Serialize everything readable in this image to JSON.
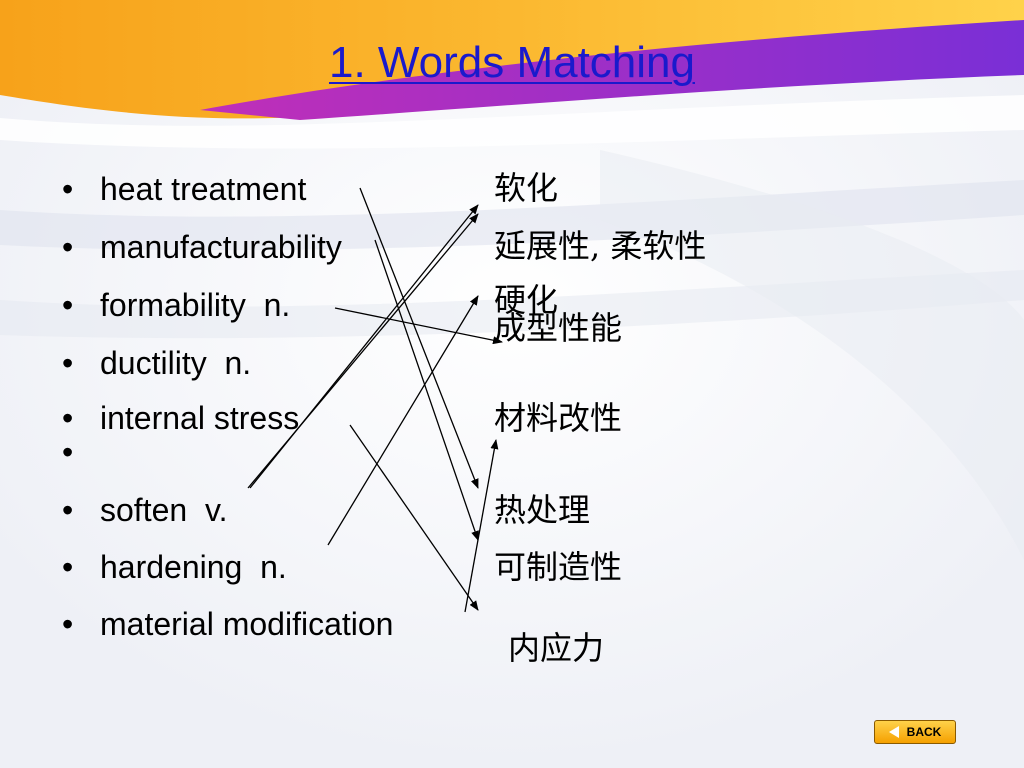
{
  "slide": {
    "title": "1. Words Matching",
    "english_terms": [
      "heat treatment",
      "manufacturability",
      "formability  n.",
      "ductility  n.",
      "internal stress",
      "",
      "soften  v.",
      "hardening  n.",
      "material modification"
    ],
    "chinese_terms": [
      "软化",
      "延展性, 柔软性",
      "硬化",
      "成型性能",
      "材料改性",
      "热处理",
      "可制造性",
      "内应力"
    ],
    "back_button": {
      "label": "BACK"
    }
  },
  "colors": {
    "title": "#1a1acc",
    "accent_orange": "#f5a000",
    "accent_purple": "#8a2bd0"
  },
  "icons": [
    "back-arrow-icon"
  ]
}
